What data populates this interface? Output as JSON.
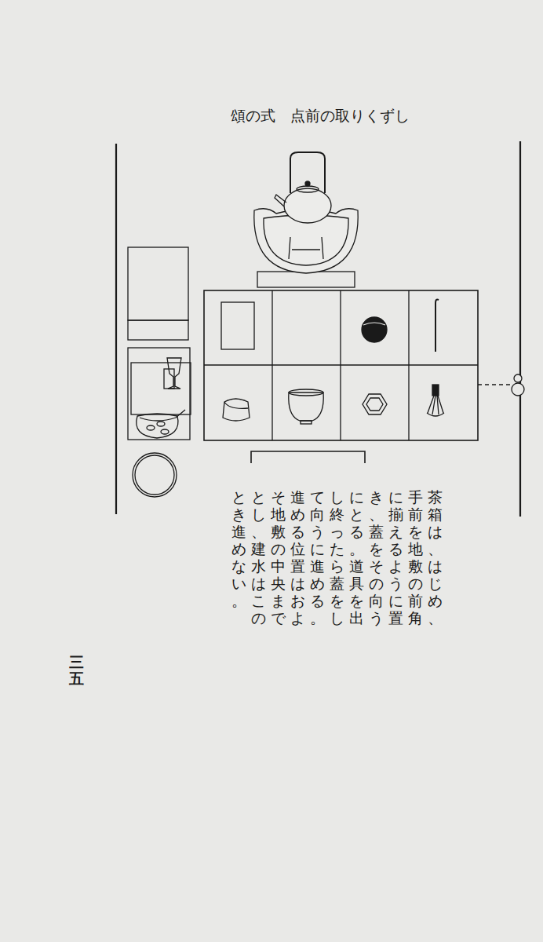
{
  "diagram": {
    "title": "頌の式　点前の取りくずし",
    "labels": [
      "茶箱は、はじめ、手前を地敷の前角に揃えるように置き、蓋をその向うにとる。道具を出し終ったら蓋をして向うに進める。進める位置はおよそ地敷の中央までとし、建水はこのとき進めない。",
      "三五"
    ]
  }
}
